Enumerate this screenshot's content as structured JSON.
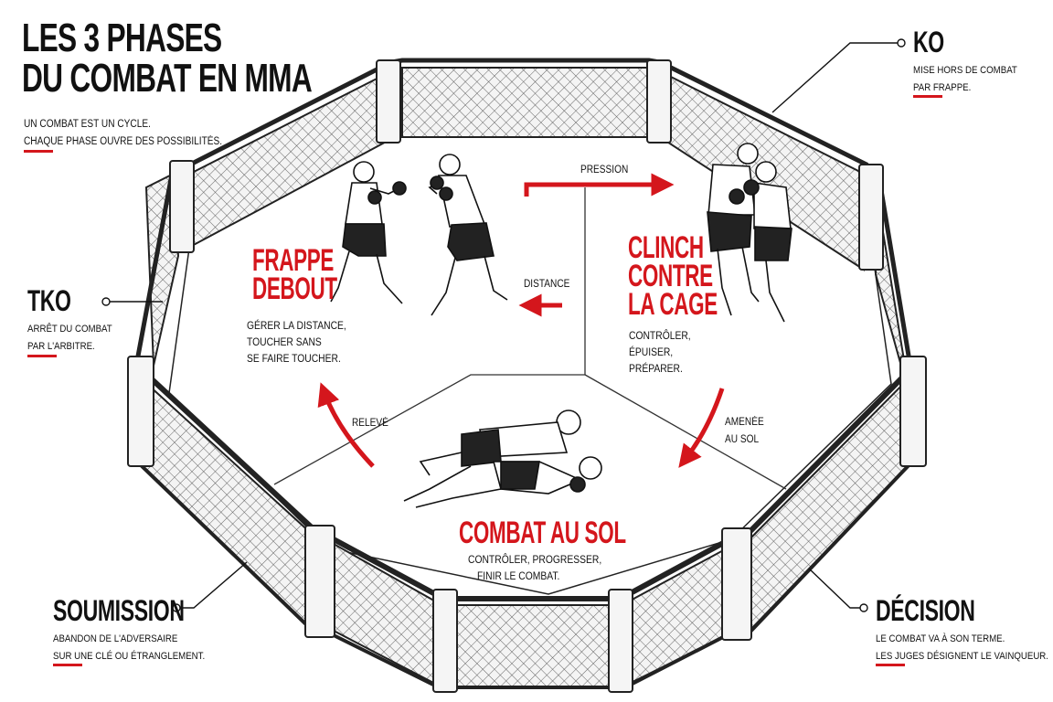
{
  "header": {
    "title_line1": "LES 3 PHASES",
    "title_line2": "DU COMBAT EN MMA",
    "subtitle_line1": "UN COMBAT EST UN CYCLE.",
    "subtitle_line2": "CHAQUE PHASE OUVRE DES POSSIBILITÉS."
  },
  "outcomes": {
    "ko": {
      "title": "KO",
      "line1": "MISE HORS DE COMBAT",
      "line2": "PAR FRAPPE."
    },
    "tko": {
      "title": "TKO",
      "line1": "ARRÊT DU COMBAT",
      "line2": "PAR L'ARBITRE."
    },
    "soumission": {
      "title": "SOUMISSION",
      "line1": "ABANDON DE L'ADVERSAIRE",
      "line2": "SUR UNE CLÉ OU ÉTRANGLEMENT."
    },
    "decision": {
      "title": "DÉCISION",
      "line1": "LE COMBAT VA À SON TERME.",
      "line2": "LES JUGES DÉSIGNENT LE VAINQUEUR."
    }
  },
  "phases": {
    "frappe": {
      "title_line1": "FRAPPE",
      "title_line2": "DEBOUT",
      "desc_line1": "GÉRER LA DISTANCE,",
      "desc_line2": "TOUCHER SANS",
      "desc_line3": "SE FAIRE TOUCHER."
    },
    "clinch": {
      "title_line1": "CLINCH",
      "title_line2": "CONTRE",
      "title_line3": "LA CAGE",
      "desc_line1": "CONTRÔLER,",
      "desc_line2": "ÉPUISER,",
      "desc_line3": "PRÉPARER."
    },
    "sol": {
      "title": "COMBAT AU SOL",
      "desc_line1": "CONTRÔLER, PROGRESSER,",
      "desc_line2": "FINIR LE COMBAT."
    }
  },
  "transitions": {
    "pression": "PRESSION",
    "distance": "DISTANCE",
    "amenee_line1": "AMENÉE",
    "amenee_line2": "AU SOL",
    "releve": "RELEVÉ"
  },
  "colors": {
    "accent": "#d4161c",
    "ink": "#111111",
    "mesh": "#6b6b6b"
  }
}
